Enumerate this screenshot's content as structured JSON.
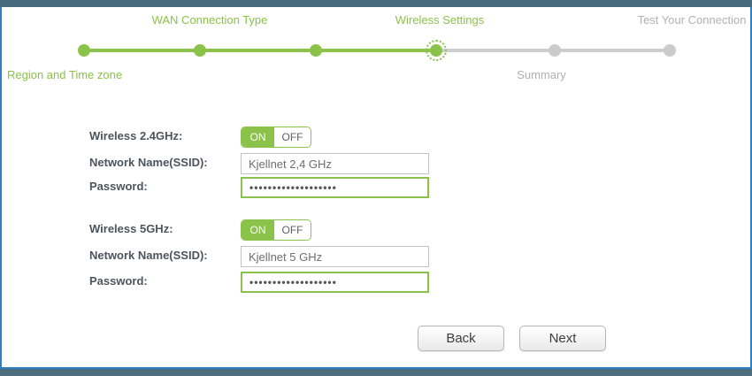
{
  "colors": {
    "accent_green": "#8bc24a",
    "inactive_gray": "#cbcbcb",
    "frame_top_bar": "#486b7c",
    "frame_bottom_bar": "#4f6e7d",
    "frame_border_blue": "#2e81c4"
  },
  "wizard": {
    "steps": [
      {
        "label": "Region and Time zone",
        "state": "done",
        "label_position": "below"
      },
      {
        "label": "WAN Connection Type",
        "state": "done",
        "label_position": "above"
      },
      {
        "label": "",
        "state": "done",
        "label_position": "none"
      },
      {
        "label": "Wireless Settings",
        "state": "current",
        "label_position": "above"
      },
      {
        "label": "Summary",
        "state": "todo",
        "label_position": "below"
      },
      {
        "label": "Test Your Connection",
        "state": "todo",
        "label_position": "above"
      }
    ]
  },
  "form": {
    "wireless24": {
      "label": "Wireless 2.4GHz:",
      "on_label": "ON",
      "off_label": "OFF",
      "state": "on"
    },
    "ssid24": {
      "label": "Network Name(SSID):",
      "value": "Kjellnet 2,4 GHz"
    },
    "password24": {
      "label": "Password:",
      "masked_value": "•••••••••••••••••••"
    },
    "wireless5": {
      "label": "Wireless 5GHz:",
      "on_label": "ON",
      "off_label": "OFF",
      "state": "on"
    },
    "ssid5": {
      "label": "Network Name(SSID):",
      "value": "Kjellnet 5 GHz"
    },
    "password5": {
      "label": "Password:",
      "masked_value": "•••••••••••••••••••"
    }
  },
  "buttons": {
    "back": "Back",
    "next": "Next"
  }
}
